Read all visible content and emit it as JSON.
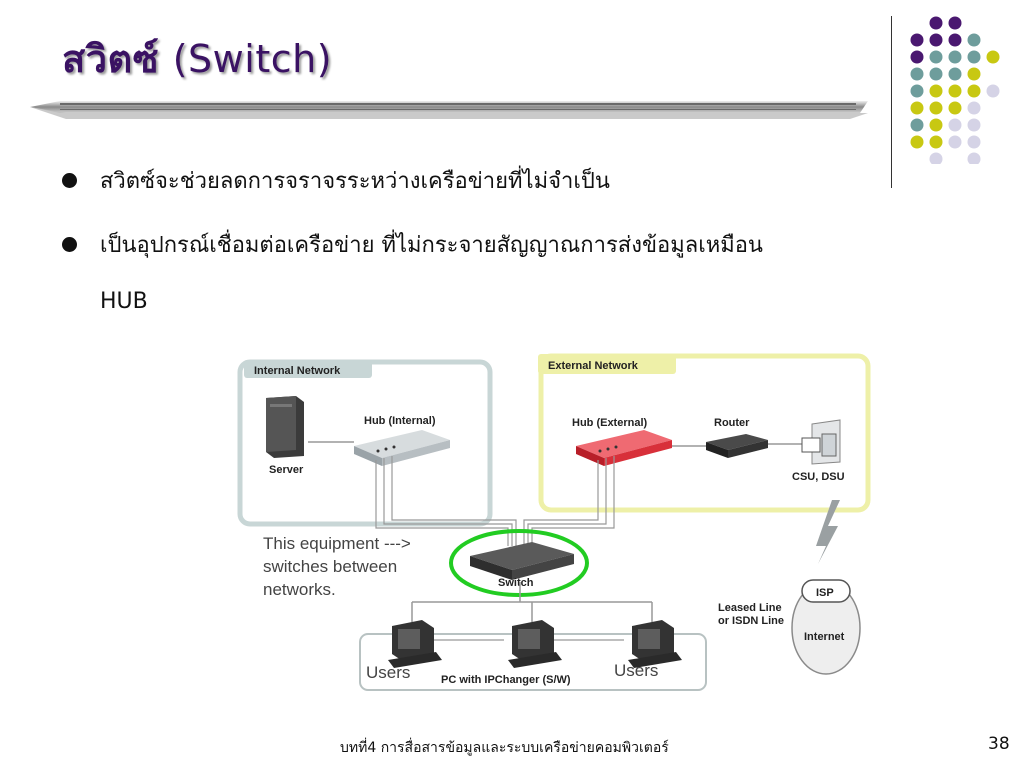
{
  "slide": {
    "title_thai": "สวิตซ์",
    "title_en": "(Switch)",
    "bullets": [
      "สวิตซ์จะช่วยลดการจราจรระหว่างเครือข่ายที่ไม่จำเป็น",
      "เป็นอุปกรณ์เชื่อมต่อเครือข่าย ที่ไม่กระจายสัญญาณการส่งข้อมูลเหมือน"
    ],
    "bullet_continuation": "HUB",
    "footer": "บทที่4 การสื่อสารข้อมูลและระบบเครือข่ายคอมพิวเตอร์",
    "page_number": "38"
  },
  "diagram": {
    "internal_network_label": "Internal Network",
    "external_network_label": "External Network",
    "hub_internal": "Hub (Internal)",
    "hub_external": "Hub (External)",
    "router": "Router",
    "server": "Server",
    "csu_dsu": "CSU, DSU",
    "switch": "Switch",
    "annotation_lines": [
      "This equipment --->",
      "switches between",
      "networks."
    ],
    "isp": "ISP",
    "leased_line_lines": [
      "Leased Line",
      "or ISDN Line"
    ],
    "internet": "Internet",
    "users_left": "Users",
    "users_right": "Users",
    "pc_label": "PC with IPChanger (S/W)"
  },
  "colors": {
    "title": "#3a1263",
    "internal_box": "#c8d6d6",
    "external_box": "#eef0a8",
    "hub_external": "#d8303a",
    "switch_highlight": "#22cc22",
    "dot_purple": "#4a1870",
    "dot_teal": "#6e9d9c",
    "dot_yellow": "#c8c812",
    "dot_lavender": "#d5d3e6"
  }
}
